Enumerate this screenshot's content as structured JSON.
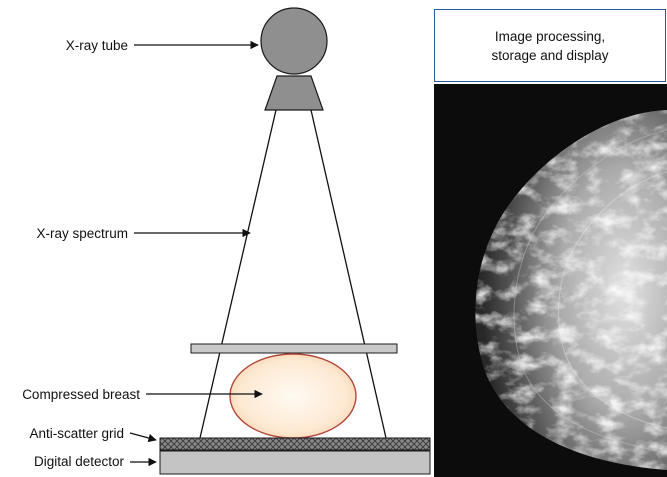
{
  "labels": {
    "xray_tube": "X-ray tube",
    "xray_spectrum": "X-ray spectrum",
    "compressed_breast": "Compressed breast",
    "anti_scatter_grid": "Anti-scatter grid",
    "digital_detector": "Digital detector"
  },
  "panel": {
    "title_line1": "Image processing,",
    "title_line2": "storage and display"
  },
  "colors": {
    "tube": "#8f8f8f",
    "plate": "#c9c9c9",
    "breast_fill": "#fde7cf",
    "breast_stroke": "#b5473a",
    "grid": "#7c7c7c",
    "detector": "#c4c4c4",
    "panel_border": "#2f58a8",
    "xray_bg": "#0c0c0c"
  }
}
